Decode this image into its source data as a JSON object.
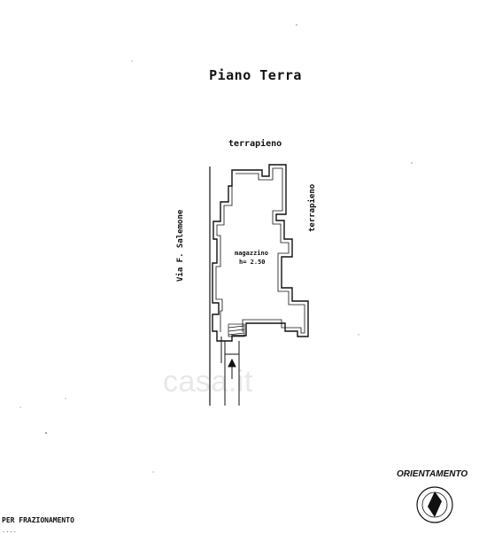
{
  "plan": {
    "title": "Piano Terra",
    "label_top": "terrapieno",
    "label_right": "terrapieno",
    "street_label": "Via F. Salemone",
    "room": {
      "name": "magazzino",
      "height": "h= 2.50"
    }
  },
  "orientation": {
    "label": "ORIENTAMENTO",
    "icon": "compass-north-icon"
  },
  "footer": {
    "line1": "PER FRAZIONAMENTO",
    "line2": "...."
  },
  "watermark": {
    "text": "casa.it"
  },
  "colors": {
    "ink": "#111111",
    "watermark": "#e8e8e8",
    "background": "#ffffff"
  }
}
